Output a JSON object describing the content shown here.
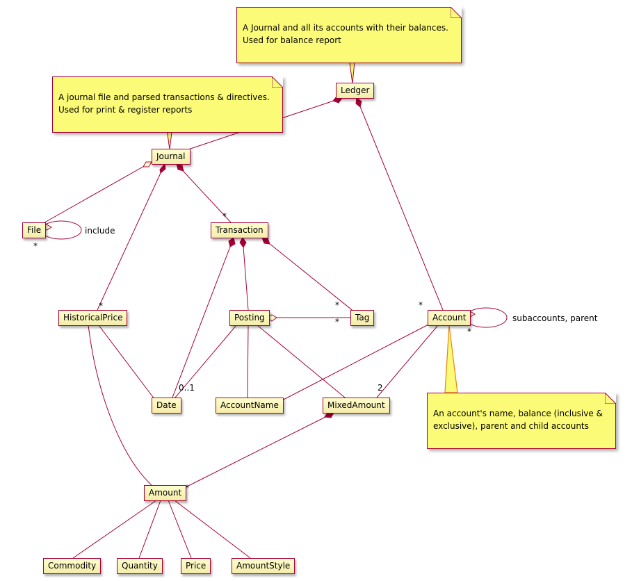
{
  "diagram": {
    "classes": [
      {
        "label": "Ledger"
      },
      {
        "label": "Journal"
      },
      {
        "label": "File"
      },
      {
        "label": "Transaction"
      },
      {
        "label": "HistoricalPrice"
      },
      {
        "label": "Posting"
      },
      {
        "label": "Tag"
      },
      {
        "label": "Account"
      },
      {
        "label": "Date"
      },
      {
        "label": "AccountName"
      },
      {
        "label": "MixedAmount"
      },
      {
        "label": "Amount"
      },
      {
        "label": "Commodity"
      },
      {
        "label": "Quantity"
      },
      {
        "label": "Price"
      },
      {
        "label": "AmountStyle"
      }
    ],
    "notes": [
      {
        "attached_to": "Ledger",
        "text": "A Journal and all its accounts with their balances.\nUsed for balance report"
      },
      {
        "attached_to": "Journal",
        "text": "A journal file and parsed transactions & directives.\nUsed for print & register reports"
      },
      {
        "attached_to": "Account",
        "text": "An account's name, balance (inclusive &\nexclusive), parent and child accounts"
      }
    ],
    "edge_labels": [
      {
        "text": "include"
      },
      {
        "text": "subaccounts, parent"
      },
      {
        "text": "*"
      },
      {
        "text": "*"
      },
      {
        "text": "*"
      },
      {
        "text": "*"
      },
      {
        "text": "*"
      },
      {
        "text": "*"
      },
      {
        "text": "*"
      },
      {
        "text": "0..1"
      },
      {
        "text": "2"
      },
      {
        "text": "*"
      }
    ],
    "relations": [
      {
        "from": "Ledger",
        "to": "Journal",
        "type": "composition"
      },
      {
        "from": "Ledger",
        "to": "Account",
        "type": "composition",
        "multiplicity": "*"
      },
      {
        "from": "Journal",
        "to": "File",
        "type": "aggregation"
      },
      {
        "from": "File",
        "to": "File",
        "type": "self",
        "label": "include",
        "multiplicity": "*"
      },
      {
        "from": "Journal",
        "to": "Transaction",
        "type": "composition",
        "multiplicity": "*"
      },
      {
        "from": "Journal",
        "to": "HistoricalPrice",
        "type": "composition",
        "multiplicity": "*"
      },
      {
        "from": "Transaction",
        "to": "Posting",
        "type": "composition"
      },
      {
        "from": "Transaction",
        "to": "Tag",
        "type": "composition",
        "multiplicity": "*"
      },
      {
        "from": "Transaction",
        "to": "Date",
        "type": "composition",
        "multiplicity": "0..1"
      },
      {
        "from": "Posting",
        "to": "Tag",
        "type": "aggregation",
        "multiplicity": "*"
      },
      {
        "from": "Posting",
        "to": "Date",
        "type": "association"
      },
      {
        "from": "Posting",
        "to": "AccountName",
        "type": "association"
      },
      {
        "from": "Posting",
        "to": "MixedAmount",
        "type": "association"
      },
      {
        "from": "Account",
        "to": "AccountName",
        "type": "association"
      },
      {
        "from": "Account",
        "to": "MixedAmount",
        "type": "association",
        "multiplicity": "2"
      },
      {
        "from": "Account",
        "to": "Account",
        "type": "self",
        "label": "subaccounts, parent",
        "multiplicity": "*"
      },
      {
        "from": "MixedAmount",
        "to": "Amount",
        "type": "composition",
        "multiplicity": "*"
      },
      {
        "from": "HistoricalPrice",
        "to": "Date",
        "type": "association"
      },
      {
        "from": "HistoricalPrice",
        "to": "Amount",
        "type": "association"
      },
      {
        "from": "Amount",
        "to": "Commodity",
        "type": "association"
      },
      {
        "from": "Amount",
        "to": "Quantity",
        "type": "association"
      },
      {
        "from": "Amount",
        "to": "Price",
        "type": "association"
      },
      {
        "from": "Amount",
        "to": "AmountStyle",
        "type": "association"
      }
    ]
  }
}
